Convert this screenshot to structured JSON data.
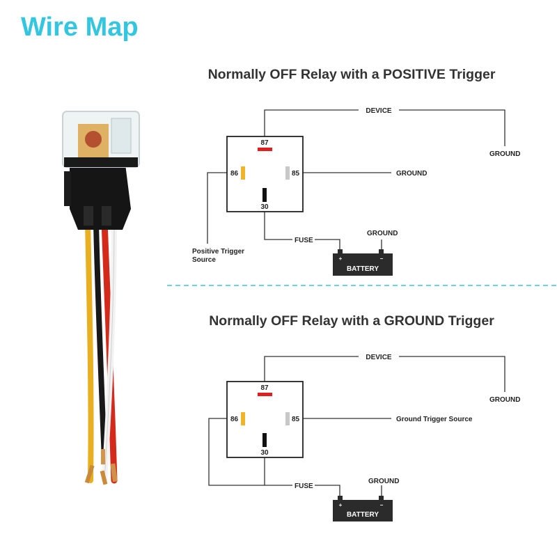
{
  "page": {
    "title": "Wire Map",
    "title_color": "#33c6e0"
  },
  "diagrams": [
    {
      "title": "Normally OFF Relay with a POSITIVE Trigger",
      "pins": {
        "p87": "87",
        "p86": "86",
        "p85": "85",
        "p30": "30"
      },
      "labels": {
        "device": "DEVICE",
        "ground_right": "GROUND",
        "pin85_target": "GROUND",
        "fuse": "FUSE",
        "battery_ground": "GROUND",
        "trigger_line1": "Positive Trigger",
        "trigger_line2": "Source"
      },
      "battery": {
        "label": "BATTERY",
        "plus": "+",
        "minus": "−"
      }
    },
    {
      "title": "Normally OFF Relay with a GROUND Trigger",
      "pins": {
        "p87": "87",
        "p86": "86",
        "p85": "85",
        "p30": "30"
      },
      "labels": {
        "device": "DEVICE",
        "ground_right": "GROUND",
        "pin85_target": "Ground Trigger Source",
        "fuse": "FUSE",
        "battery_ground": "GROUND"
      },
      "battery": {
        "label": "BATTERY",
        "plus": "+",
        "minus": "−"
      }
    }
  ],
  "colors": {
    "divider": "#3fc4e0",
    "pin87": "#e02020",
    "pin86": "#f0b428",
    "pin85": "#c8c8c8",
    "pin30": "#111111",
    "battery": "#2b2b2b",
    "line": "#333333"
  }
}
